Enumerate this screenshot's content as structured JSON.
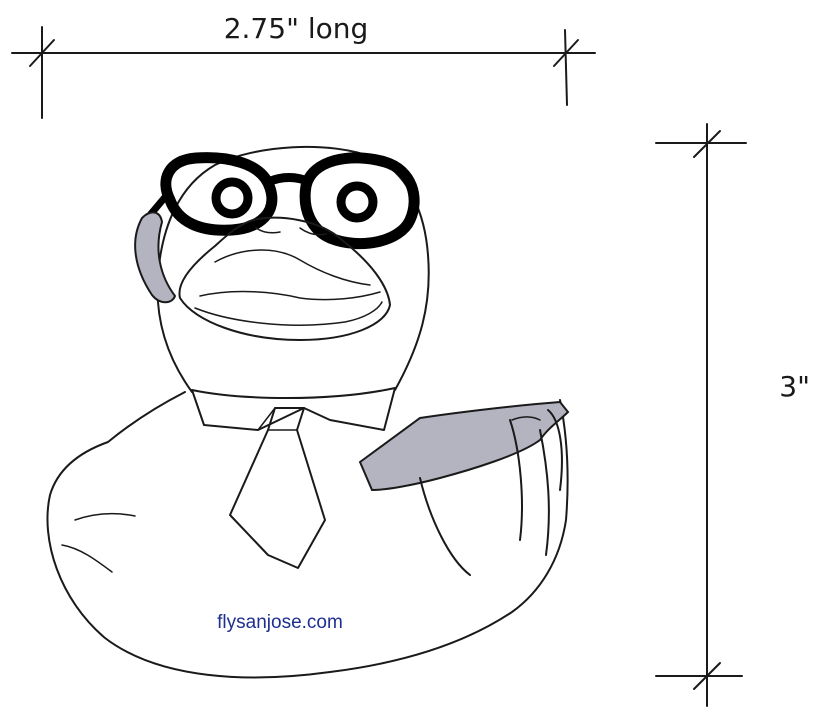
{
  "dimensions": {
    "length_label": "2.75\" long",
    "height_label": "3\""
  },
  "figure": {
    "url_text": "flysanjose.com",
    "colors": {
      "outline": "#1a1a1a",
      "glasses": "#000000",
      "phone": "#b3b4c0",
      "url": "#1f2f8f"
    }
  }
}
